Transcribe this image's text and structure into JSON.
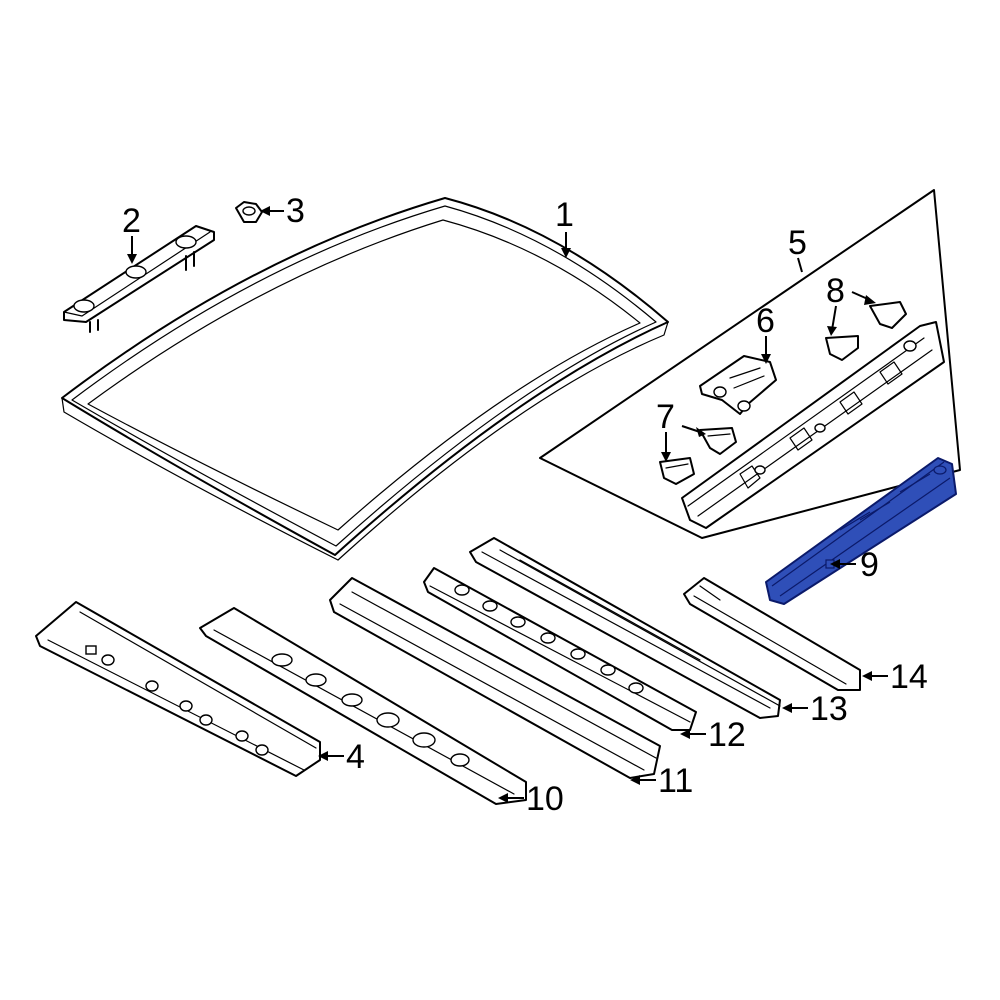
{
  "colors": {
    "line": "#000000",
    "background": "#ffffff",
    "highlight_fill": "#2f4fb8",
    "highlight_stroke": "#0b1a6a"
  },
  "callouts": [
    {
      "id": "1",
      "label": "1"
    },
    {
      "id": "2",
      "label": "2"
    },
    {
      "id": "3",
      "label": "3"
    },
    {
      "id": "4",
      "label": "4"
    },
    {
      "id": "5",
      "label": "5"
    },
    {
      "id": "6",
      "label": "6"
    },
    {
      "id": "7",
      "label": "7"
    },
    {
      "id": "8",
      "label": "8"
    },
    {
      "id": "9",
      "label": "9"
    },
    {
      "id": "10",
      "label": "10"
    },
    {
      "id": "11",
      "label": "11"
    },
    {
      "id": "12",
      "label": "12"
    },
    {
      "id": "13",
      "label": "13"
    },
    {
      "id": "14",
      "label": "14"
    }
  ],
  "highlighted_part": "9"
}
